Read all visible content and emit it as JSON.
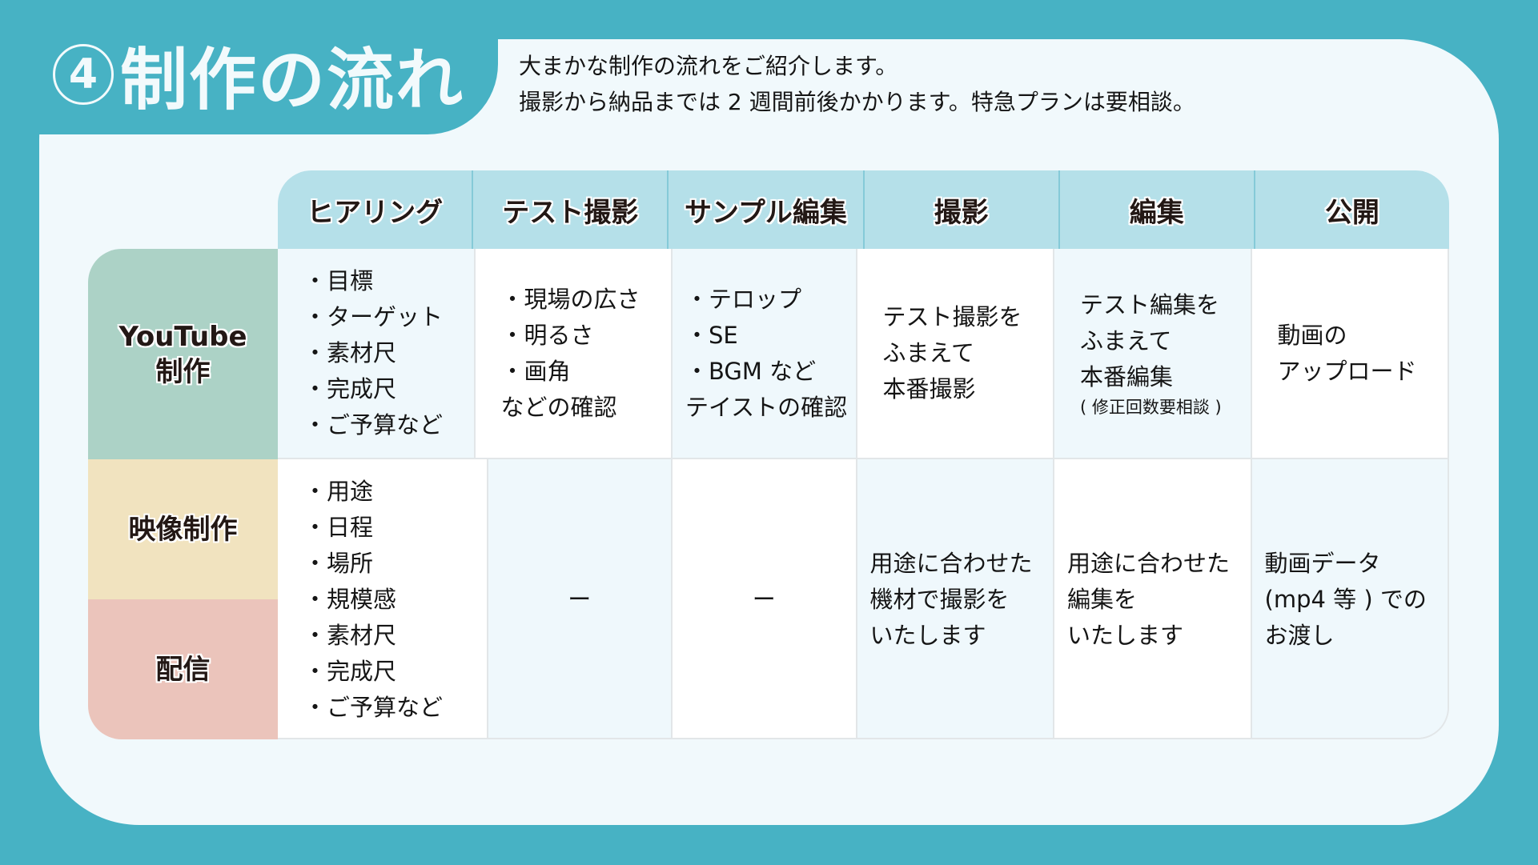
{
  "title": {
    "number": "4",
    "text": "制作の流れ"
  },
  "description": {
    "line1": "大まかな制作の流れをご紹介します。",
    "line2": "撮影から納品までは 2 週間前後かかります。特急プランは要相談。"
  },
  "table": {
    "headers": [
      "ヒアリング",
      "テスト撮影",
      "サンプル編集",
      "撮影",
      "編集",
      "公開"
    ],
    "row_labels": {
      "youtube": {
        "line1": "YouTube",
        "line2": "制作"
      },
      "video": "映像制作",
      "stream": "配信"
    },
    "youtube_row": {
      "hearing": [
        "・目標",
        "・ターゲット",
        "・素材尺",
        "・完成尺",
        "・ご予算など"
      ],
      "test_shoot": [
        "・現場の広さ",
        "・明るさ",
        "・画角",
        "などの確認"
      ],
      "sample_edit": [
        "・テロップ",
        "・SE",
        "・BGM など",
        "テイストの確認"
      ],
      "shoot": [
        "テスト撮影を",
        "ふまえて",
        "本番撮影"
      ],
      "edit": [
        "テスト編集を",
        "ふまえて",
        "本番編集"
      ],
      "edit_note": "( 修正回数要相談 )",
      "publish": [
        "動画の",
        "アップロード"
      ]
    },
    "video_stream_row": {
      "hearing": [
        "・用途",
        "・日程",
        "・場所",
        "・規模感",
        "・素材尺",
        "・完成尺",
        "・ご予算など"
      ],
      "test_shoot": "ー",
      "sample_edit": "ー",
      "shoot": [
        "用途に合わせた",
        "機材で撮影を",
        "いたします"
      ],
      "edit": [
        "用途に合わせた",
        "編集を",
        "いたします"
      ],
      "publish": [
        "動画データ",
        "(mp4 等 ) での",
        "お渡し"
      ]
    }
  },
  "colors": {
    "background": "#47b2c4",
    "panel": "#f1f9fc",
    "header": "#b5e0e9",
    "youtube_label": "#acd2c6",
    "video_label": "#f1e3bf",
    "stream_label": "#ebc4bb",
    "cell_alt": "#eff8fc"
  }
}
